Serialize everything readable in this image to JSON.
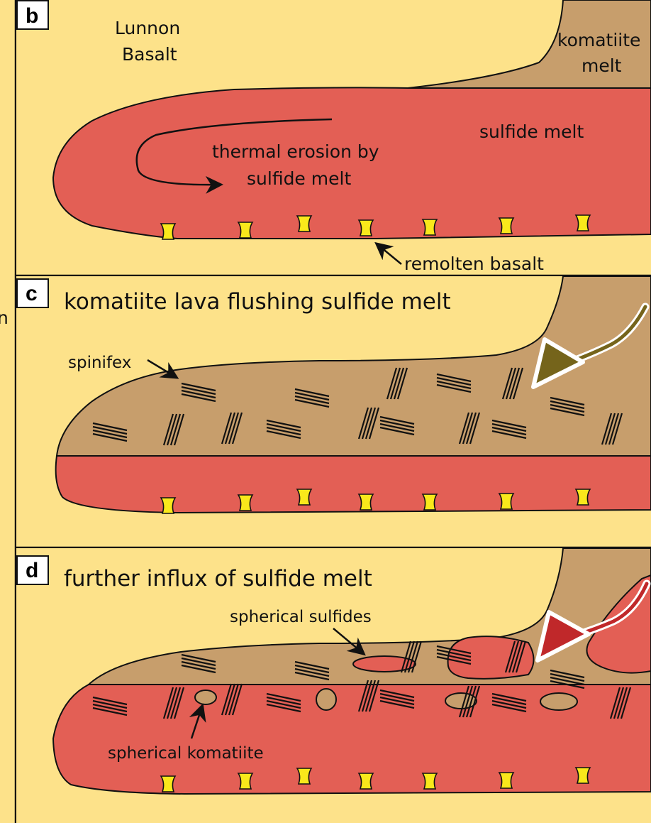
{
  "colors": {
    "basalt": "#fde28a",
    "komatiite": "#c79e6c",
    "sulfide": "#e35f55",
    "remolten": "#f9e81b",
    "komatiite_arrow": "#75641b",
    "sulfide_arrow": "#c0282a"
  },
  "panels": [
    {
      "letter": "b",
      "labels": {
        "lunnon_line1": "Lunnon",
        "lunnon_line2": "Basalt",
        "komatiite_line1": "komatiite",
        "komatiite_line2": "melt",
        "sulfide_melt": "sulfide melt",
        "erosion_line1": "thermal erosion by",
        "erosion_line2": "sulfide melt",
        "remolten": "remolten basalt"
      }
    },
    {
      "letter": "c",
      "title": "komatiite lava flushing sulfide melt",
      "labels": {
        "spinifex": "spinifex"
      }
    },
    {
      "letter": "d",
      "title": "further influx of sulfide melt",
      "labels": {
        "spherical_sulfides": "spherical sulfides",
        "spherical_komatiite": "spherical komatiite"
      }
    }
  ],
  "left_strip_glyph": "n"
}
